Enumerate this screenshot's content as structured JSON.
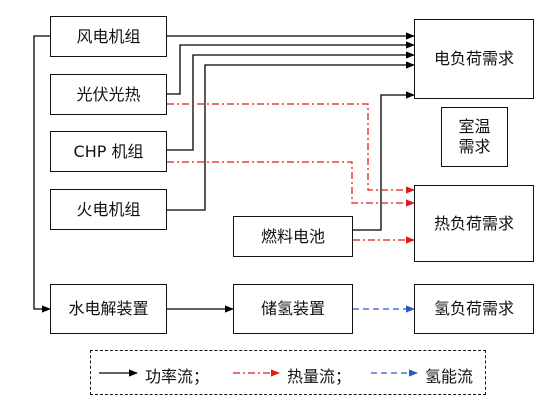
{
  "nodes": {
    "wind": "风电机组",
    "pv": "光伏光热",
    "chp": "CHP 机组",
    "thermal": "火电机组",
    "electrolyzer": "水电解装置",
    "fuel_cell": "燃料电池",
    "h2_storage": "储氢装置",
    "elec_demand": "电负荷需求",
    "room_temp": [
      "室温",
      "需求"
    ],
    "heat_demand": "热负荷需求",
    "h2_demand": "氢负荷需求"
  },
  "legend": {
    "power": "功率流；",
    "heat": "热量流；",
    "hydrogen": "氢能流"
  },
  "colors": {
    "power": "#000000",
    "heat": "#dd1c1c",
    "hydrogen": "#2b55c9"
  }
}
